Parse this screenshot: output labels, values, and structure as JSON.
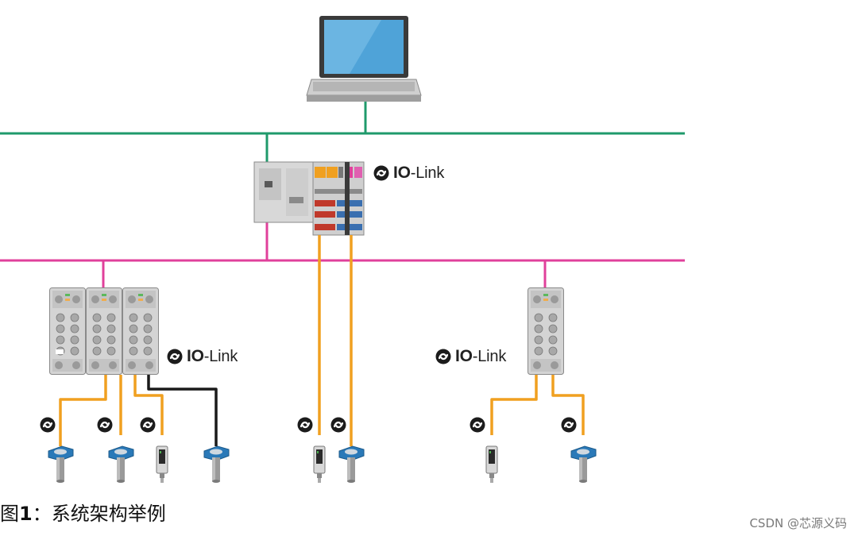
{
  "labels": {
    "iolink_io": "IO",
    "iolink_link": "-Link"
  },
  "caption": {
    "prefix": "图",
    "number": "1",
    "text": "：系统架构举例"
  },
  "watermark": "CSDN @芯源义码",
  "colors": {
    "ethernet_bus": "#1f9a6b",
    "fieldbus": "#e0409b",
    "iolink_cable": "#f0a020",
    "standard_cable": "#1a1a1a",
    "device_body": "#d6d6d6"
  },
  "icons": {
    "iolink_logo": "iolink-logo-icon",
    "laptop": "laptop-icon",
    "controller": "plc-controller-icon",
    "io_module": "io-master-module-icon",
    "sensor": "sensor-icon"
  }
}
